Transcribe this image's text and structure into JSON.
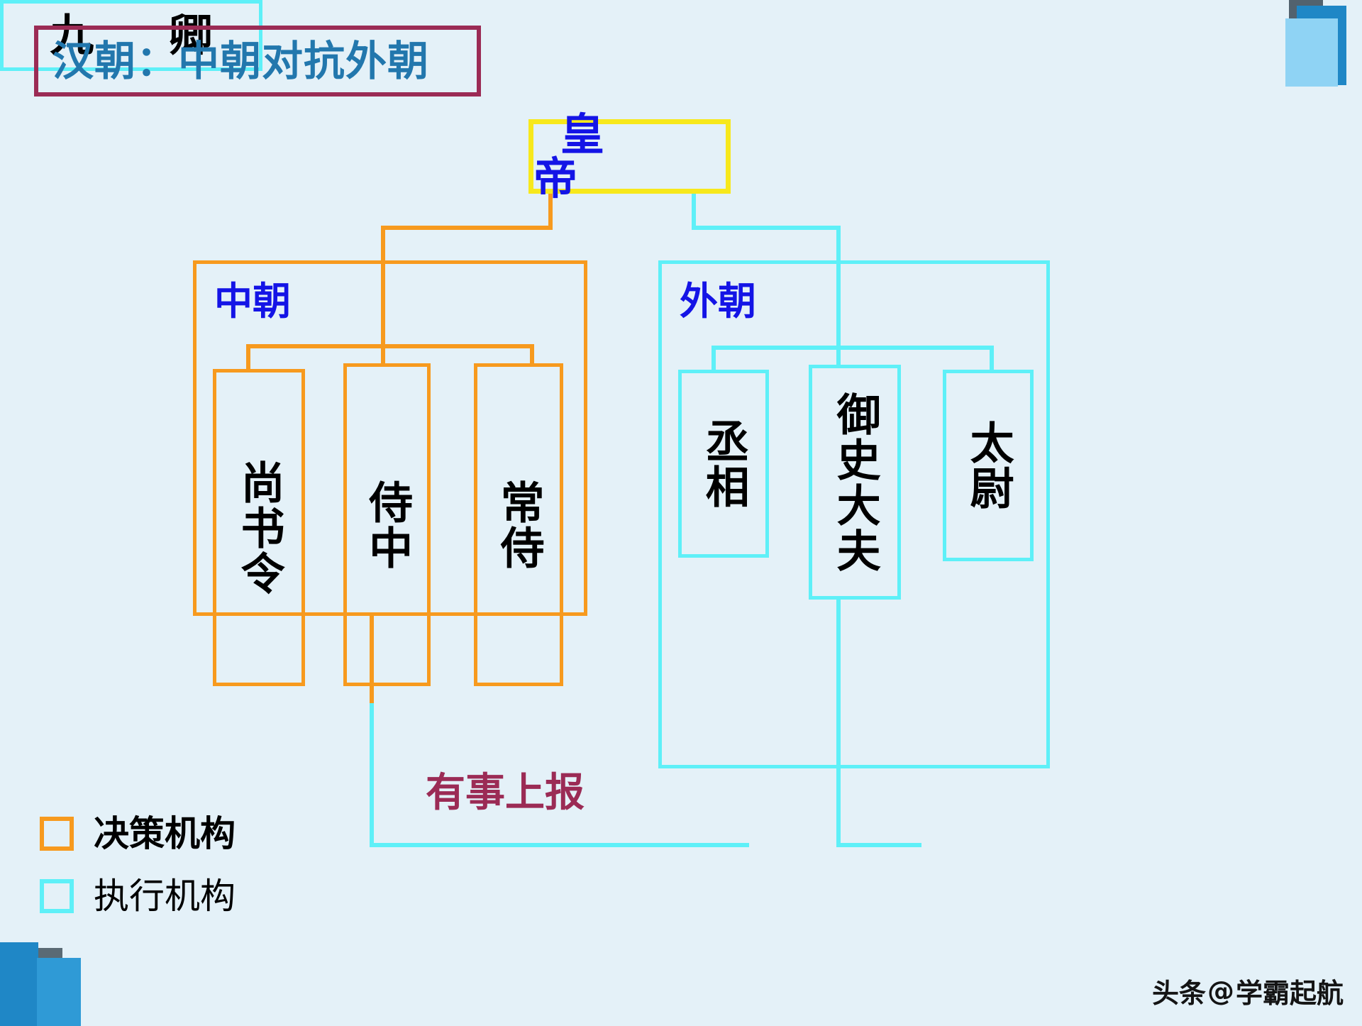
{
  "title": {
    "text": "汉朝：中朝对抗外朝",
    "border_color": "#9b2b55",
    "text_color": "#2277ad"
  },
  "background_color": "#e4f1f8",
  "chart": {
    "root": {
      "label": "皇    帝",
      "border_color": "#f7e81c",
      "text_color": "#1414e6"
    },
    "groups": [
      {
        "name": "inner-court",
        "label": "中朝",
        "border_color": "#f79a1e",
        "label_color": "#1414e6",
        "children": [
          {
            "label": "尚书令"
          },
          {
            "label": "侍中"
          },
          {
            "label": "常侍"
          }
        ]
      },
      {
        "name": "outer-court",
        "label": "外朝",
        "border_color": "#5ef0f8",
        "label_color": "#1414e6",
        "children": [
          {
            "label": "丞相"
          },
          {
            "label": "御史大夫"
          },
          {
            "label": "太尉"
          }
        ],
        "subordinate": {
          "label": "九    卿"
        }
      }
    ],
    "relation_label": {
      "text": "有事上报",
      "color": "#9b2b55"
    }
  },
  "legend": {
    "items": [
      {
        "label": "决策机构",
        "swatch_color": "#f79a1e",
        "bold": true
      },
      {
        "label": "执行机构",
        "swatch_color": "#5ef0f8",
        "bold": false
      }
    ]
  },
  "watermark": {
    "prefix": "头条",
    "at": "@",
    "handle": "学霸起航"
  }
}
